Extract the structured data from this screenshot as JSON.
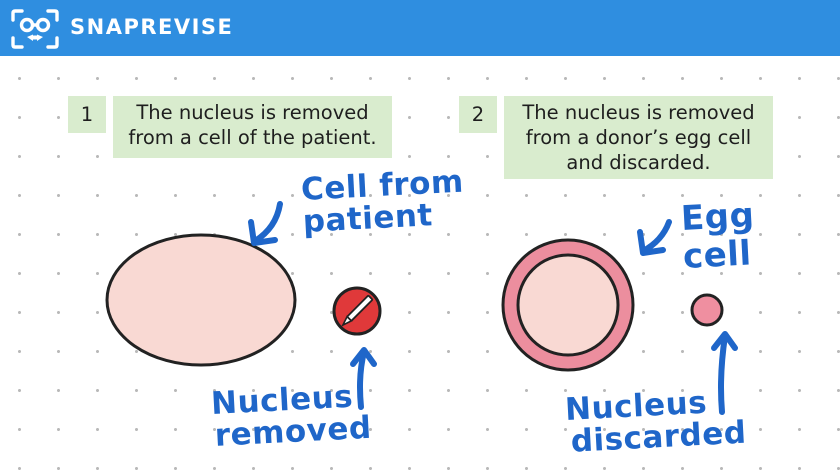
{
  "brand": {
    "name": "SNAPREVISE",
    "icon": "snaprevise-logo-icon"
  },
  "steps": [
    {
      "number": "1",
      "text": "The nucleus is removed from a cell of the patient."
    },
    {
      "number": "2",
      "text": "The nucleus is removed from a donor’s egg cell and discarded."
    }
  ],
  "labels": {
    "cell_from_patient": [
      "Cell from",
      "patient"
    ],
    "nucleus_removed": [
      "Nucleus",
      "removed"
    ],
    "egg_cell": [
      "Egg",
      "cell"
    ],
    "nucleus_discarded": [
      "Nucleus",
      "discarded"
    ]
  },
  "colors": {
    "header": "#2f8ee0",
    "step_box": "#d9ecce",
    "cell_fill": "#f9d9d3",
    "egg_ring": "#ec8e9e",
    "nucleus_red": "#e0393a",
    "nucleus_pink": "#ef8fa0",
    "annotation_blue": "#1f66c9"
  }
}
